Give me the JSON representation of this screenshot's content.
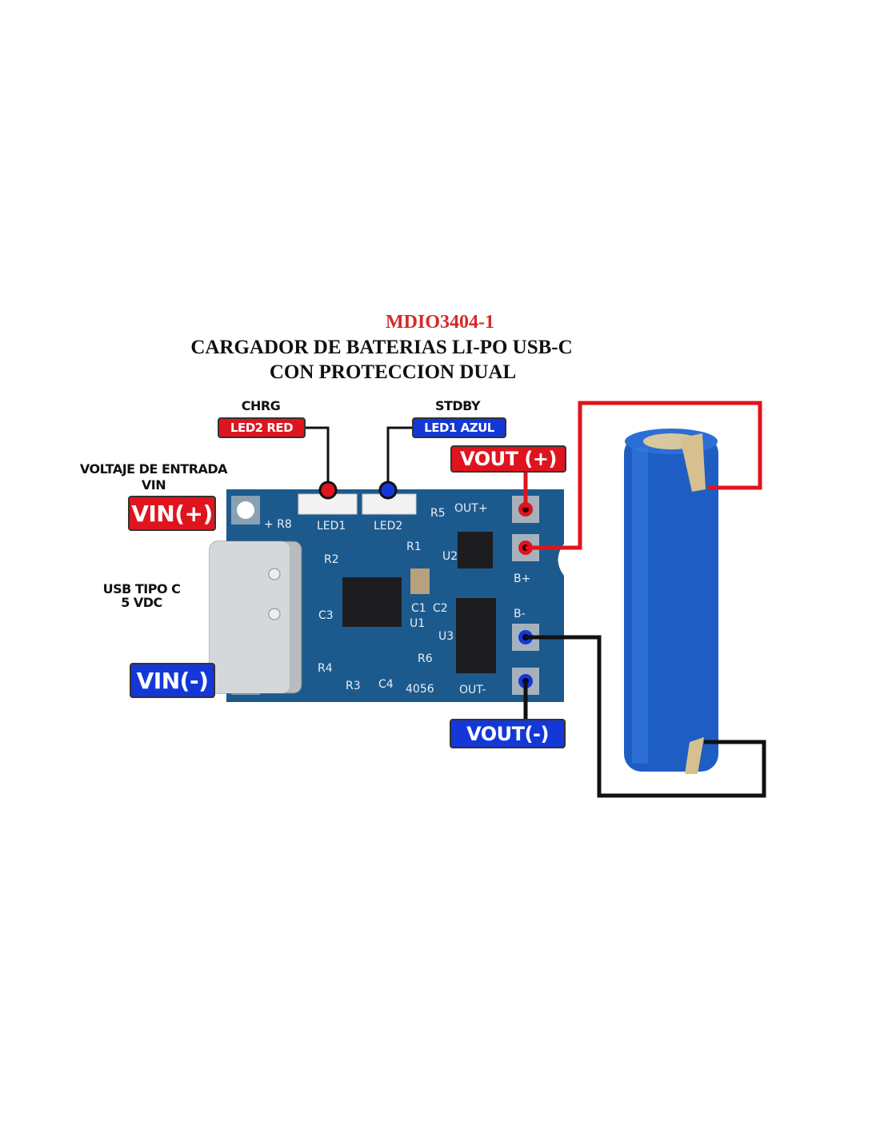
{
  "title": {
    "model": "MDIO3404-1",
    "line1": "CARGADOR DE BATERIAS LI-PO USB-C",
    "line2": "CON PROTECCION DUAL"
  },
  "labels": {
    "chrg": "CHRG",
    "led2": "LED2 RED",
    "stdby": "STDBY",
    "led1": "LED1 AZUL",
    "vout_plus": "VOUT (+)",
    "vout_minus": "VOUT(-)",
    "vin_title": "VOLTAJE DE ENTRADA",
    "vin": "VIN",
    "vin_plus": "VIN(+)",
    "vin_minus": "VIN(-)",
    "usb": "USB TIPO C",
    "usb_v": "5 VDC"
  },
  "pcb": {
    "silk": [
      "OUT+",
      "B+",
      "B-",
      "OUT-",
      "LED1",
      "LED2",
      "R1",
      "R2",
      "R3",
      "R4",
      "R5",
      "R6",
      "C1",
      "C2",
      "C3",
      "C4",
      "U1",
      "U2",
      "U3",
      "+ R8",
      "4056"
    ]
  },
  "colors": {
    "red": "#e0141e",
    "blue": "#1438d8",
    "pcb": "#1c5a8e",
    "battery": "#1e5ec4"
  }
}
